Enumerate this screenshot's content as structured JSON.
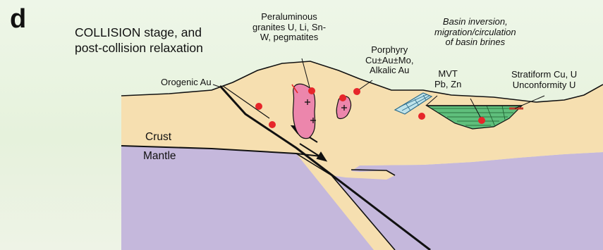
{
  "panel_letter": "d",
  "stage_title_line1": "COLLISION stage, and",
  "stage_title_line2": "post-collision relaxation",
  "granites_label": [
    "Peraluminous",
    "granites U, Li, Sn-",
    "W, pegmatites"
  ],
  "porphyry_label": [
    "Porphyry",
    "Cu±Au±Mo,",
    "Alkalic Au"
  ],
  "basin_label": [
    "Basin inversion,",
    "migration/circulation",
    "of basin brines"
  ],
  "mvt_label": [
    "MVT",
    "Pb, Zn"
  ],
  "stratiform_label": [
    "Stratiform Cu, U",
    "Unconformity U"
  ],
  "orogenic_label": "Orogenic Au",
  "crust_label": "Crust",
  "mantle_label": "Mantle",
  "colors": {
    "crust": "#f6dfb0",
    "mantle": "#c5b8dc",
    "granite": "#ec86ac",
    "basin": "#5fbf7c",
    "platform": "#bfe3ea",
    "deposit_dot": "#e6262a"
  }
}
